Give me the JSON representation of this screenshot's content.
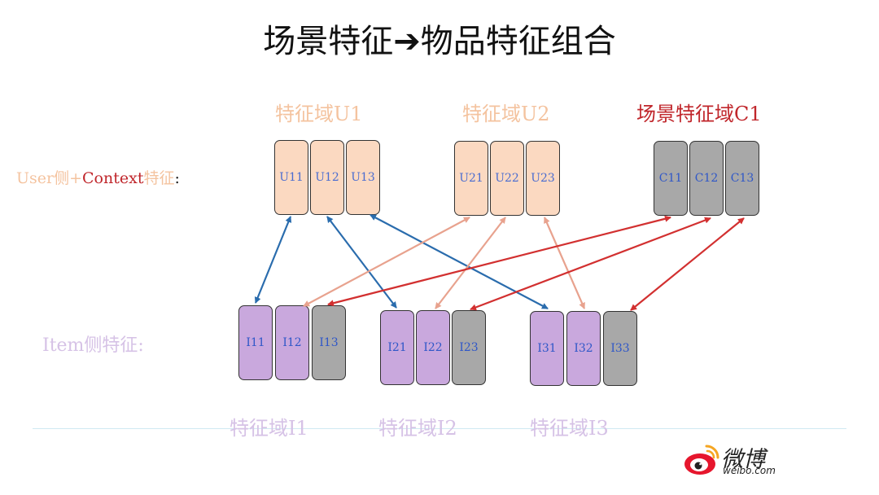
{
  "title": "场景特征➔物品特征组合",
  "top_groups": [
    {
      "label": "特征域U1",
      "color": "#f4c39f",
      "cells": [
        "U11",
        "U12",
        "U13"
      ]
    },
    {
      "label": "特征域U2",
      "color": "#f4c39f",
      "cells": [
        "U21",
        "U22",
        "U23"
      ]
    },
    {
      "label": "场景特征域C1",
      "color": "#c0262b",
      "cells": [
        "C11",
        "C12",
        "C13"
      ]
    }
  ],
  "user_label": {
    "part1": "User侧+",
    "part2": "Context",
    "part3": "特征",
    "part4": ":"
  },
  "item_label": "Item侧特征:",
  "bottom_groups": [
    {
      "label": "特征域I1",
      "cells": [
        "I11",
        "I12",
        "I13"
      ]
    },
    {
      "label": "特征域I2",
      "cells": [
        "I21",
        "I22",
        "I23"
      ]
    },
    {
      "label": "特征域I3",
      "cells": [
        "I31",
        "I32",
        "I33"
      ]
    }
  ],
  "links": [
    {
      "from": "U11",
      "to": "I11",
      "color": "#2a6cad"
    },
    {
      "from": "U12",
      "to": "I21",
      "color": "#2a6cad"
    },
    {
      "from": "U13",
      "to": "I31",
      "color": "#2a6cad"
    },
    {
      "from": "U21",
      "to": "I12",
      "color": "#e8a28e"
    },
    {
      "from": "U22",
      "to": "I22",
      "color": "#e8a28e"
    },
    {
      "from": "U23",
      "to": "I32",
      "color": "#e8a28e"
    },
    {
      "from": "C11",
      "to": "I13",
      "color": "#d23030"
    },
    {
      "from": "C12",
      "to": "I23",
      "color": "#d23030"
    },
    {
      "from": "C13",
      "to": "I33",
      "color": "#d23030"
    }
  ],
  "logo": {
    "name": "微博",
    "sub": "weibo.com"
  }
}
